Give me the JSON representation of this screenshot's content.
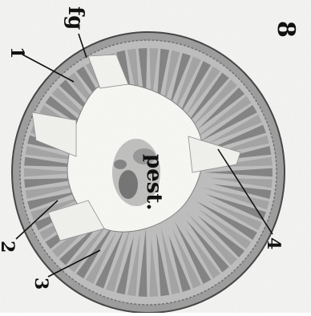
{
  "figure": {
    "number": "8",
    "labels": {
      "fg": "fg",
      "pest": "pest.",
      "l1": "1",
      "l2": "2",
      "l3": "3",
      "l4": "4"
    },
    "colors": {
      "background": "#f7f7f5",
      "ink": "#111111",
      "tissue_dark": "#4a4a4a",
      "tissue_mid": "#8a8a8a",
      "tissue_light": "#c9c9c9",
      "lumen": "#fdfdfb"
    }
  }
}
